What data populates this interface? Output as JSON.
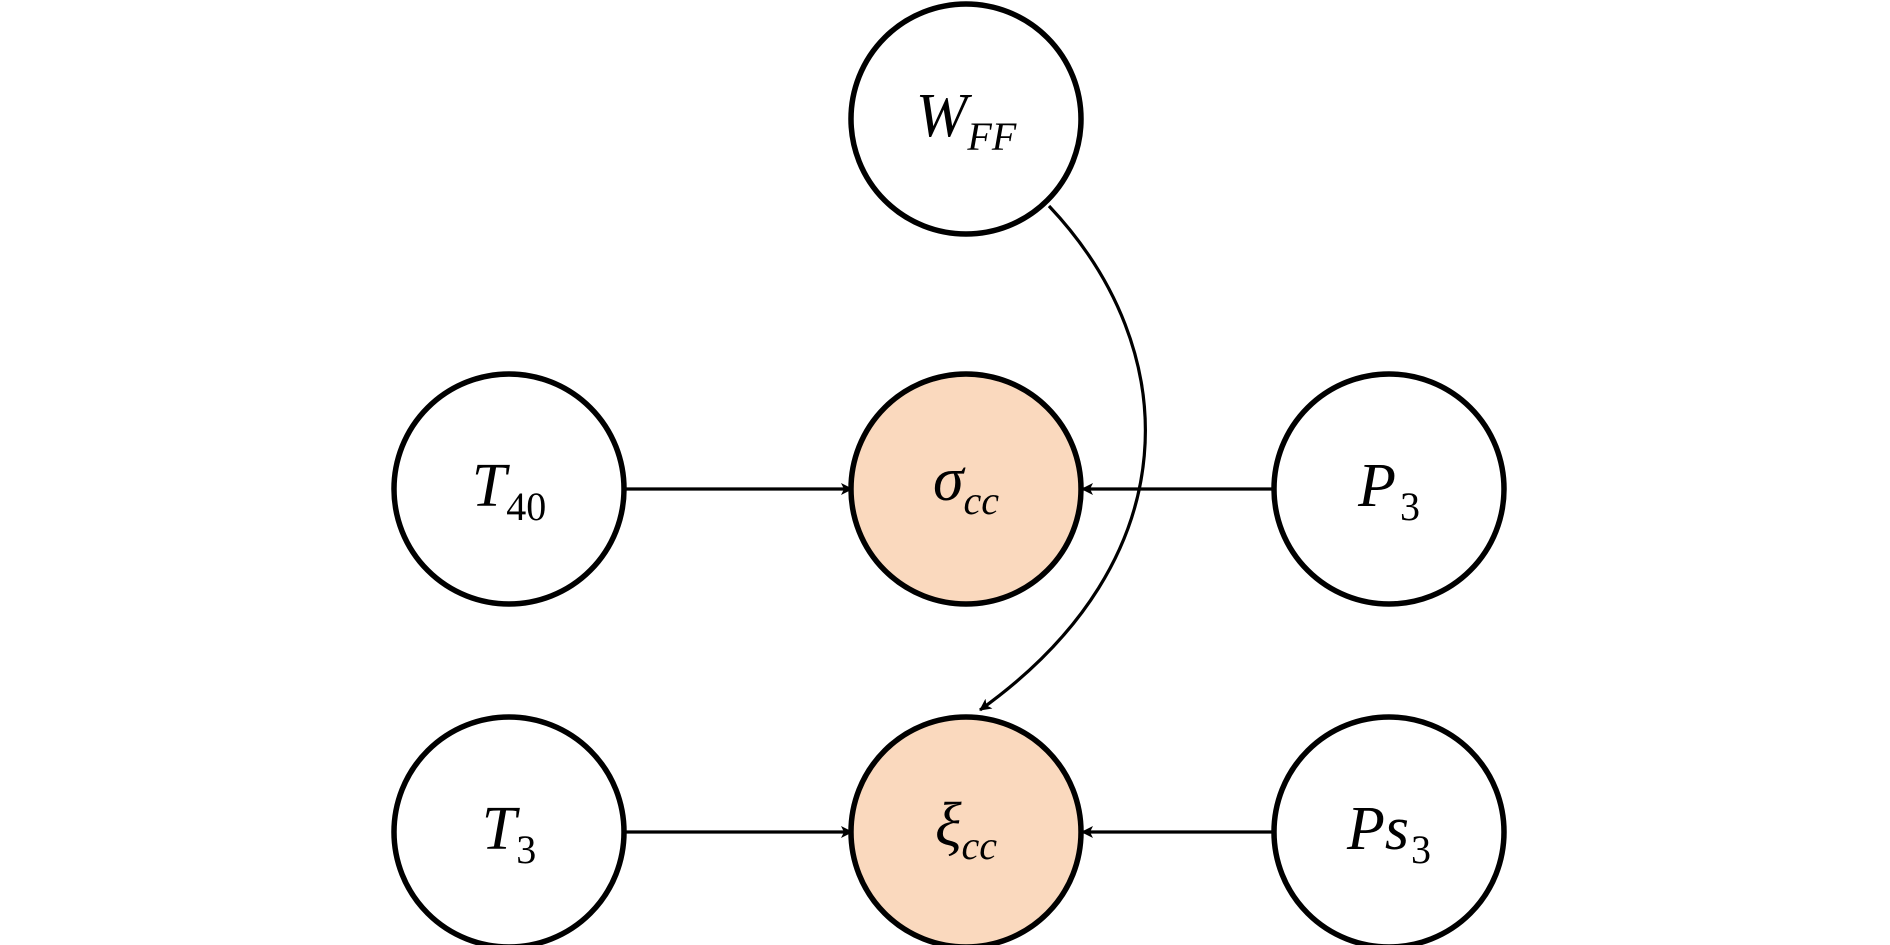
{
  "colors": {
    "plain_node": "#ffffff",
    "target_node": "#fad9be",
    "stroke": "#000000"
  },
  "nodes": {
    "wff": {
      "main": "W",
      "sub": "FF",
      "role": "input"
    },
    "t40": {
      "main": "T",
      "sub": "40",
      "role": "input"
    },
    "sigma": {
      "main": "σ",
      "sub": "cc",
      "role": "target"
    },
    "p3": {
      "main": "P",
      "sub": "3",
      "role": "input"
    },
    "t3": {
      "main": "T",
      "sub": "3",
      "role": "input"
    },
    "xi": {
      "main": "ξ",
      "sub": "cc",
      "role": "target"
    },
    "ps3": {
      "main": "Ps",
      "sub": "3",
      "role": "input"
    }
  },
  "edges": [
    {
      "from": "t40",
      "to": "sigma"
    },
    {
      "from": "p3",
      "to": "sigma"
    },
    {
      "from": "t3",
      "to": "xi"
    },
    {
      "from": "ps3",
      "to": "xi"
    },
    {
      "from": "wff",
      "to": "xi"
    }
  ]
}
